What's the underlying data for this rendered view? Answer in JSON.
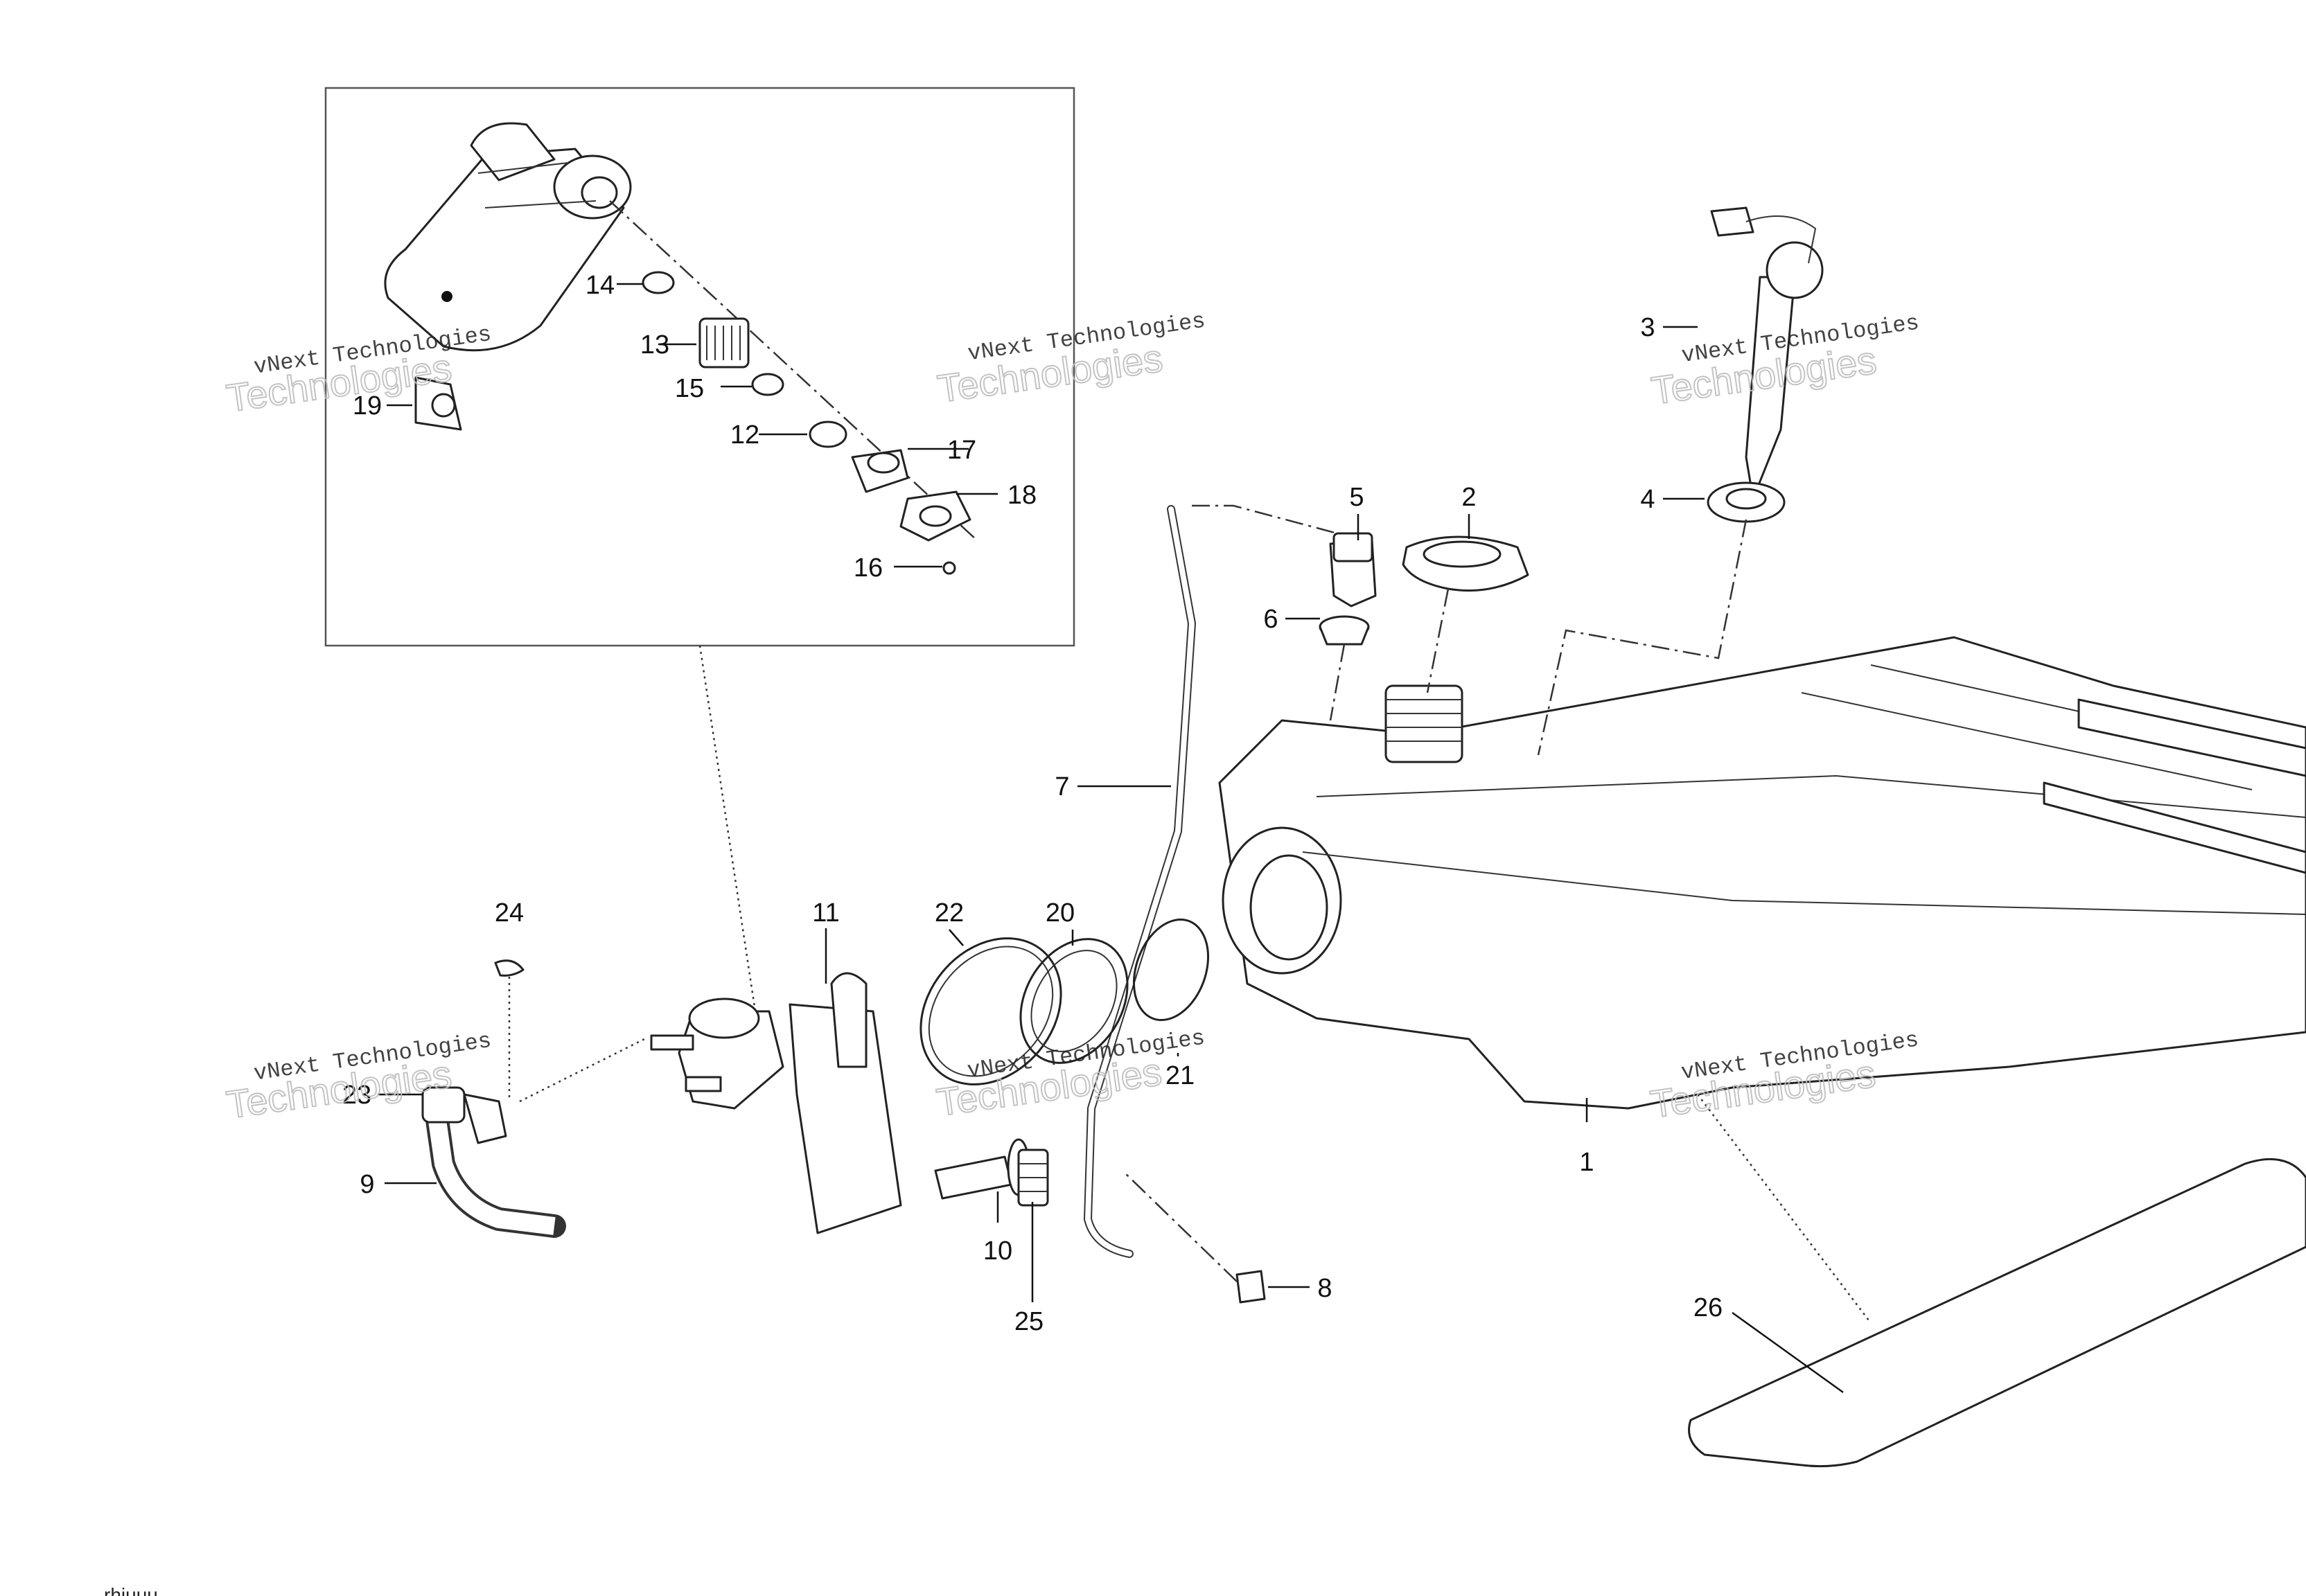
{
  "diagram": {
    "callouts": {
      "c1": "1",
      "c2": "2",
      "c3": "3",
      "c4": "4",
      "c5": "5",
      "c6": "6",
      "c7": "7",
      "c8": "8",
      "c9": "9",
      "c10": "10",
      "c11": "11",
      "c12": "12",
      "c13": "13",
      "c14": "14",
      "c15": "15",
      "c16": "16",
      "c17": "17",
      "c18": "18",
      "c19": "19",
      "c20": "20",
      "c21": "21",
      "c22": "22",
      "c23": "23",
      "c24": "24",
      "c25": "25",
      "c26": "26"
    },
    "watermark": {
      "line1": "vNext Technologies",
      "line2": "Technologies",
      "small": "vNext"
    },
    "corner_code": "rhiuuu"
  }
}
